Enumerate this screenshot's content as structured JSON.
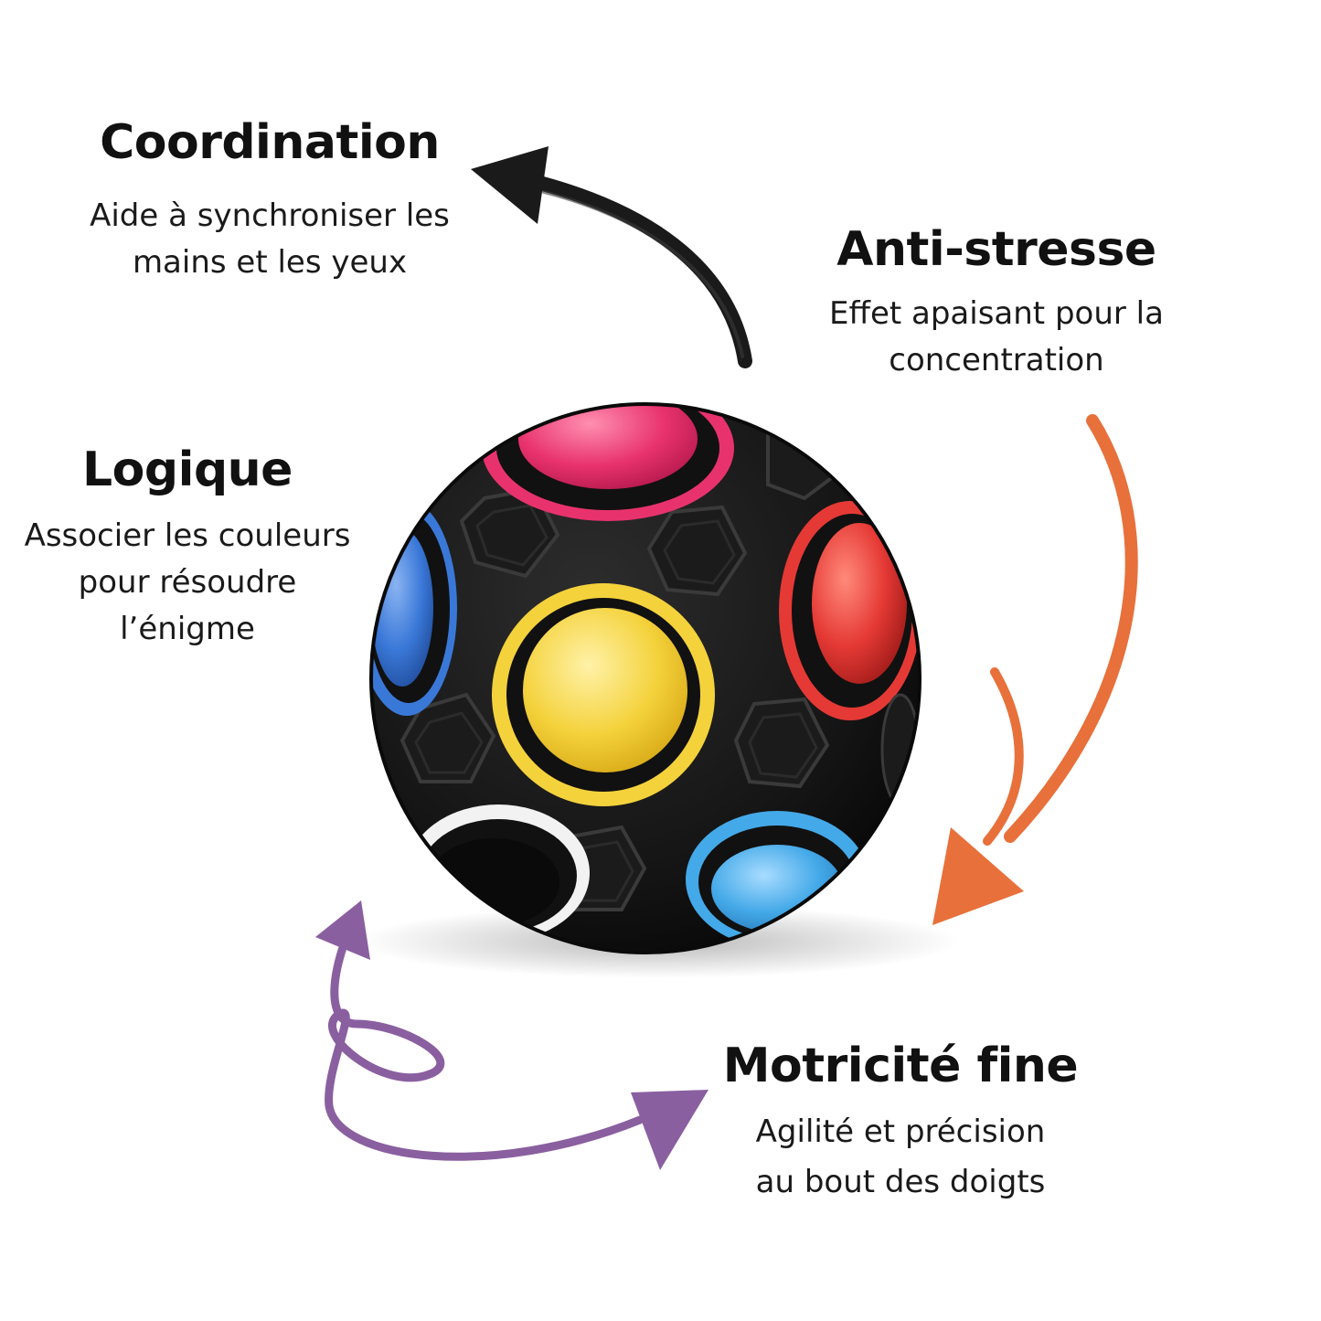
{
  "blocks": {
    "coordination": {
      "title": "Coordination",
      "line1": "Aide à synchroniser les",
      "line2": "mains et les yeux"
    },
    "anti_stress": {
      "title": "Anti-stresse",
      "line1": "Effet apaisant pour la",
      "line2": "concentration"
    },
    "logique": {
      "title": "Logique",
      "line1": "Associer les couleurs",
      "line2": "pour résoudre",
      "line3": "l’énigme"
    },
    "motricite": {
      "title": "Motricité fine",
      "line1": "Agilité et précision",
      "line2": "au bout des doigts"
    }
  },
  "colors": {
    "arrow_black": "#1a1a1a",
    "arrow_orange": "#e8703a",
    "arrow_purple": "#8a5fa0",
    "ball_body": "#151515",
    "knob_pink": "#e8326e",
    "knob_red": "#e53935",
    "knob_yellow": "#f4d23c",
    "knob_blue": "#3a78d8",
    "knob_lightblue": "#44a9e8",
    "ring_white": "#f2f2f2"
  },
  "icons": [
    "arrow-black",
    "arrow-orange",
    "arrow-purple",
    "rainbow-puzzle-ball"
  ]
}
